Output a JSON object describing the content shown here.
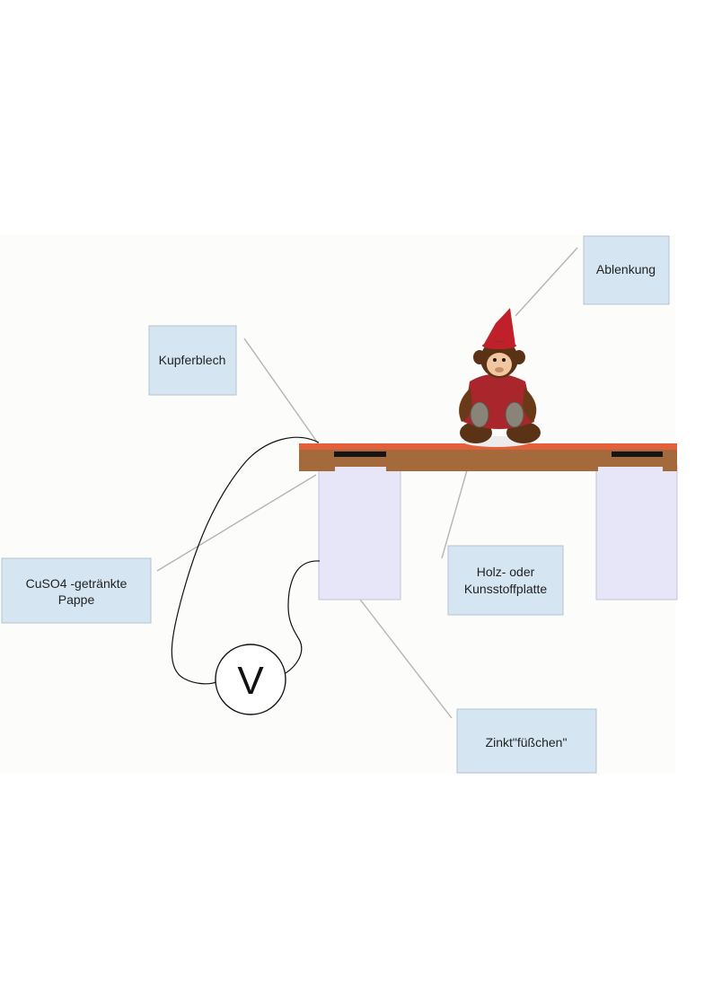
{
  "labels": {
    "ablenkung": "Ablenkung",
    "kupferblech": "Kupferblech",
    "cuso4_line1": "CuSO4 -getränkte",
    "cuso4_line2": "Pappe",
    "holz_line1": "Holz- oder",
    "holz_line2": "Kunsstoffplatte",
    "zink": "Zinkt\"füßchen\""
  },
  "voltmeter": {
    "symbol": "V"
  },
  "colors": {
    "label_box_fill": "#d5e6f2",
    "label_box_stroke": "#b4c4d0",
    "copper_plate": "#e2603a",
    "wooden_board": "#a46a3c",
    "zinc_feet": "#e6e6f8",
    "leader_line": "#b4b4b4",
    "wire": "#111111"
  }
}
